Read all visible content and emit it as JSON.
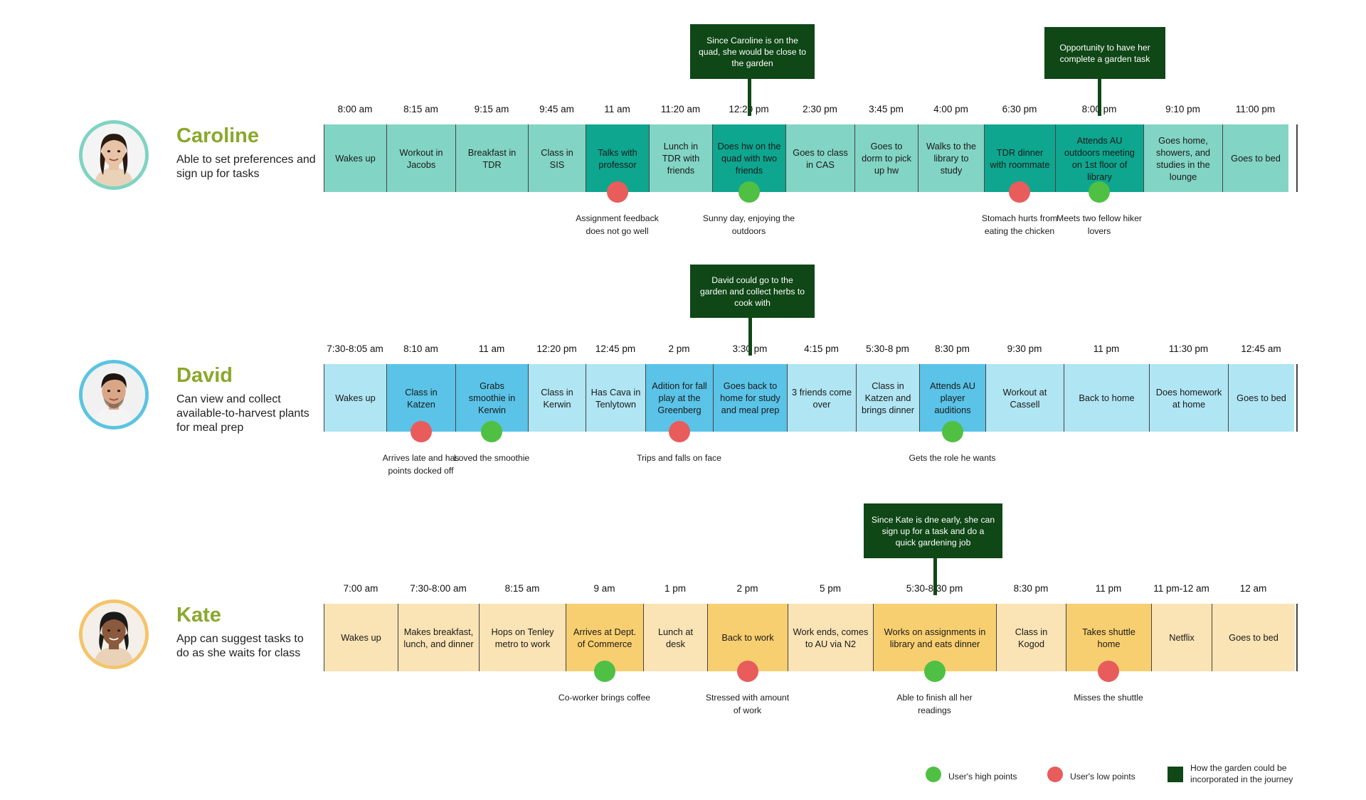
{
  "colors": {
    "high": "#4fc043",
    "low": "#e85c5c",
    "garden": "#0f4716",
    "name": "#8aa82a"
  },
  "personas": [
    {
      "name": "Caroline",
      "description": "Able to set preferences and sign up for tasks",
      "ring_color": "#7fd3c2",
      "light_color": "#82d4c4",
      "dark_color": "#0ea68f",
      "callouts": [
        {
          "text": "Since Caroline is on the quad, she would be close to the garden",
          "cell": 6
        },
        {
          "text": "Opportunity to have her complete a garden task",
          "cell": 11
        }
      ],
      "cells": [
        {
          "time": "8:00 am",
          "label": "Wakes up",
          "dark": false
        },
        {
          "time": "8:15 am",
          "label": "Workout in Jacobs",
          "dark": false
        },
        {
          "time": "9:15 am",
          "label": "Breakfast in TDR",
          "dark": false
        },
        {
          "time": "9:45 am",
          "label": "Class in SIS",
          "dark": false
        },
        {
          "time": "11 am",
          "label": "Talks with professor",
          "dark": true,
          "point": "low",
          "note": "Assignment feedback does not go well"
        },
        {
          "time": "11:20 am",
          "label": "Lunch in TDR with friends",
          "dark": false
        },
        {
          "time": "12:20 pm",
          "label": "Does hw on the quad with two friends",
          "dark": true,
          "point": "high",
          "note": "Sunny day, enjoying the outdoors"
        },
        {
          "time": "2:30 pm",
          "label": "Goes to class in CAS",
          "dark": false
        },
        {
          "time": "3:45 pm",
          "label": "Goes to dorm to pick up hw",
          "dark": false
        },
        {
          "time": "4:00 pm",
          "label": "Walks to the library to study",
          "dark": false
        },
        {
          "time": "6:30 pm",
          "label": "TDR dinner with roommate",
          "dark": true,
          "point": "low",
          "note": "Stomach hurts from eating the chicken"
        },
        {
          "time": "8:00 pm",
          "label": "Attends AU outdoors meeting on 1st floor of library",
          "dark": true,
          "point": "high",
          "note": "Meets two fellow hiker lovers"
        },
        {
          "time": "9:10 pm",
          "label": "Goes home, showers, and studies in the lounge",
          "dark": false
        },
        {
          "time": "11:00 pm",
          "label": "Goes to bed",
          "dark": false
        }
      ]
    },
    {
      "name": "David",
      "description": "Can view and collect available-to-harvest plants for meal prep",
      "ring_color": "#5bc4e0",
      "light_color": "#b0e5f3",
      "dark_color": "#5ac3e7",
      "callouts": [
        {
          "text": "David could go to the garden and collect herbs to cook with",
          "cell": 6
        }
      ],
      "cells": [
        {
          "time": "7:30-8:05 am",
          "label": "Wakes up",
          "dark": false
        },
        {
          "time": "8:10 am",
          "label": "Class in Katzen",
          "dark": true,
          "point": "low",
          "note": "Arrives late and has points docked off"
        },
        {
          "time": "11 am",
          "label": "Grabs smoothie in Kerwin",
          "dark": true,
          "point": "high",
          "note": "Loved the smoothie"
        },
        {
          "time": "12:20 pm",
          "label": "Class in Kerwin",
          "dark": false
        },
        {
          "time": "12:45 pm",
          "label": "Has Cava in Tenlytown",
          "dark": false
        },
        {
          "time": "2 pm",
          "label": "Adition for fall play at the Greenberg",
          "dark": true,
          "point": "low",
          "note": "Trips and falls on face"
        },
        {
          "time": "3:30 pm",
          "label": "Goes back to home for study and meal prep",
          "dark": true
        },
        {
          "time": "4:15 pm",
          "label": "3 friends come over",
          "dark": false
        },
        {
          "time": "5:30-8 pm",
          "label": "Class in Katzen and brings dinner",
          "dark": false
        },
        {
          "time": "8:30 pm",
          "label": "Attends AU player auditions",
          "dark": true,
          "point": "high",
          "note": "Gets the role he wants"
        },
        {
          "time": "9:30 pm",
          "label": "Workout at Cassell",
          "dark": false
        },
        {
          "time": "11 pm",
          "label": "Back to home",
          "dark": false
        },
        {
          "time": "11:30 pm",
          "label": "Does homework at home",
          "dark": false
        },
        {
          "time": "12:45 am",
          "label": "Goes to bed",
          "dark": false
        }
      ]
    },
    {
      "name": "Kate",
      "description": "App can suggest tasks to do as she waits for class",
      "ring_color": "#f5c46a",
      "light_color": "#fae3b4",
      "dark_color": "#f8cf70",
      "callouts": [
        {
          "text": "Since Kate is dne early, she can sign up for a task and do a quick gardening job",
          "cell": 7
        }
      ],
      "cells": [
        {
          "time": "7:00 am",
          "label": "Wakes up",
          "dark": false
        },
        {
          "time": "7:30-8:00 am",
          "label": "Makes breakfast, lunch, and dinner",
          "dark": false
        },
        {
          "time": "8:15 am",
          "label": "Hops on Tenley metro to work",
          "dark": false
        },
        {
          "time": "9 am",
          "label": "Arrives at Dept. of Commerce",
          "dark": true,
          "point": "high",
          "note": "Co-worker brings coffee"
        },
        {
          "time": "1 pm",
          "label": "Lunch at desk",
          "dark": false
        },
        {
          "time": "2 pm",
          "label": "Back to work",
          "dark": true,
          "point": "low",
          "note": "Stressed with amount of work"
        },
        {
          "time": "5 pm",
          "label": "Work ends, comes to AU via N2",
          "dark": false
        },
        {
          "time": "5:30-8:30 pm",
          "label": "Works on assignments in library and eats dinner",
          "dark": true,
          "point": "high",
          "note": "Able to finish all her readings"
        },
        {
          "time": "8:30 pm",
          "label": "Class in Kogod",
          "dark": false
        },
        {
          "time": "11 pm",
          "label": "Takes shuttle home",
          "dark": true,
          "point": "low",
          "note": "Misses the shuttle"
        },
        {
          "time": "11 pm-12 am",
          "label": "Netflix",
          "dark": false
        },
        {
          "time": "12 am",
          "label": "Goes to bed",
          "dark": false
        }
      ]
    }
  ],
  "legend": {
    "high": "User's high points",
    "low": "User's low points",
    "garden": "How the garden could be incorporated in the journey"
  }
}
